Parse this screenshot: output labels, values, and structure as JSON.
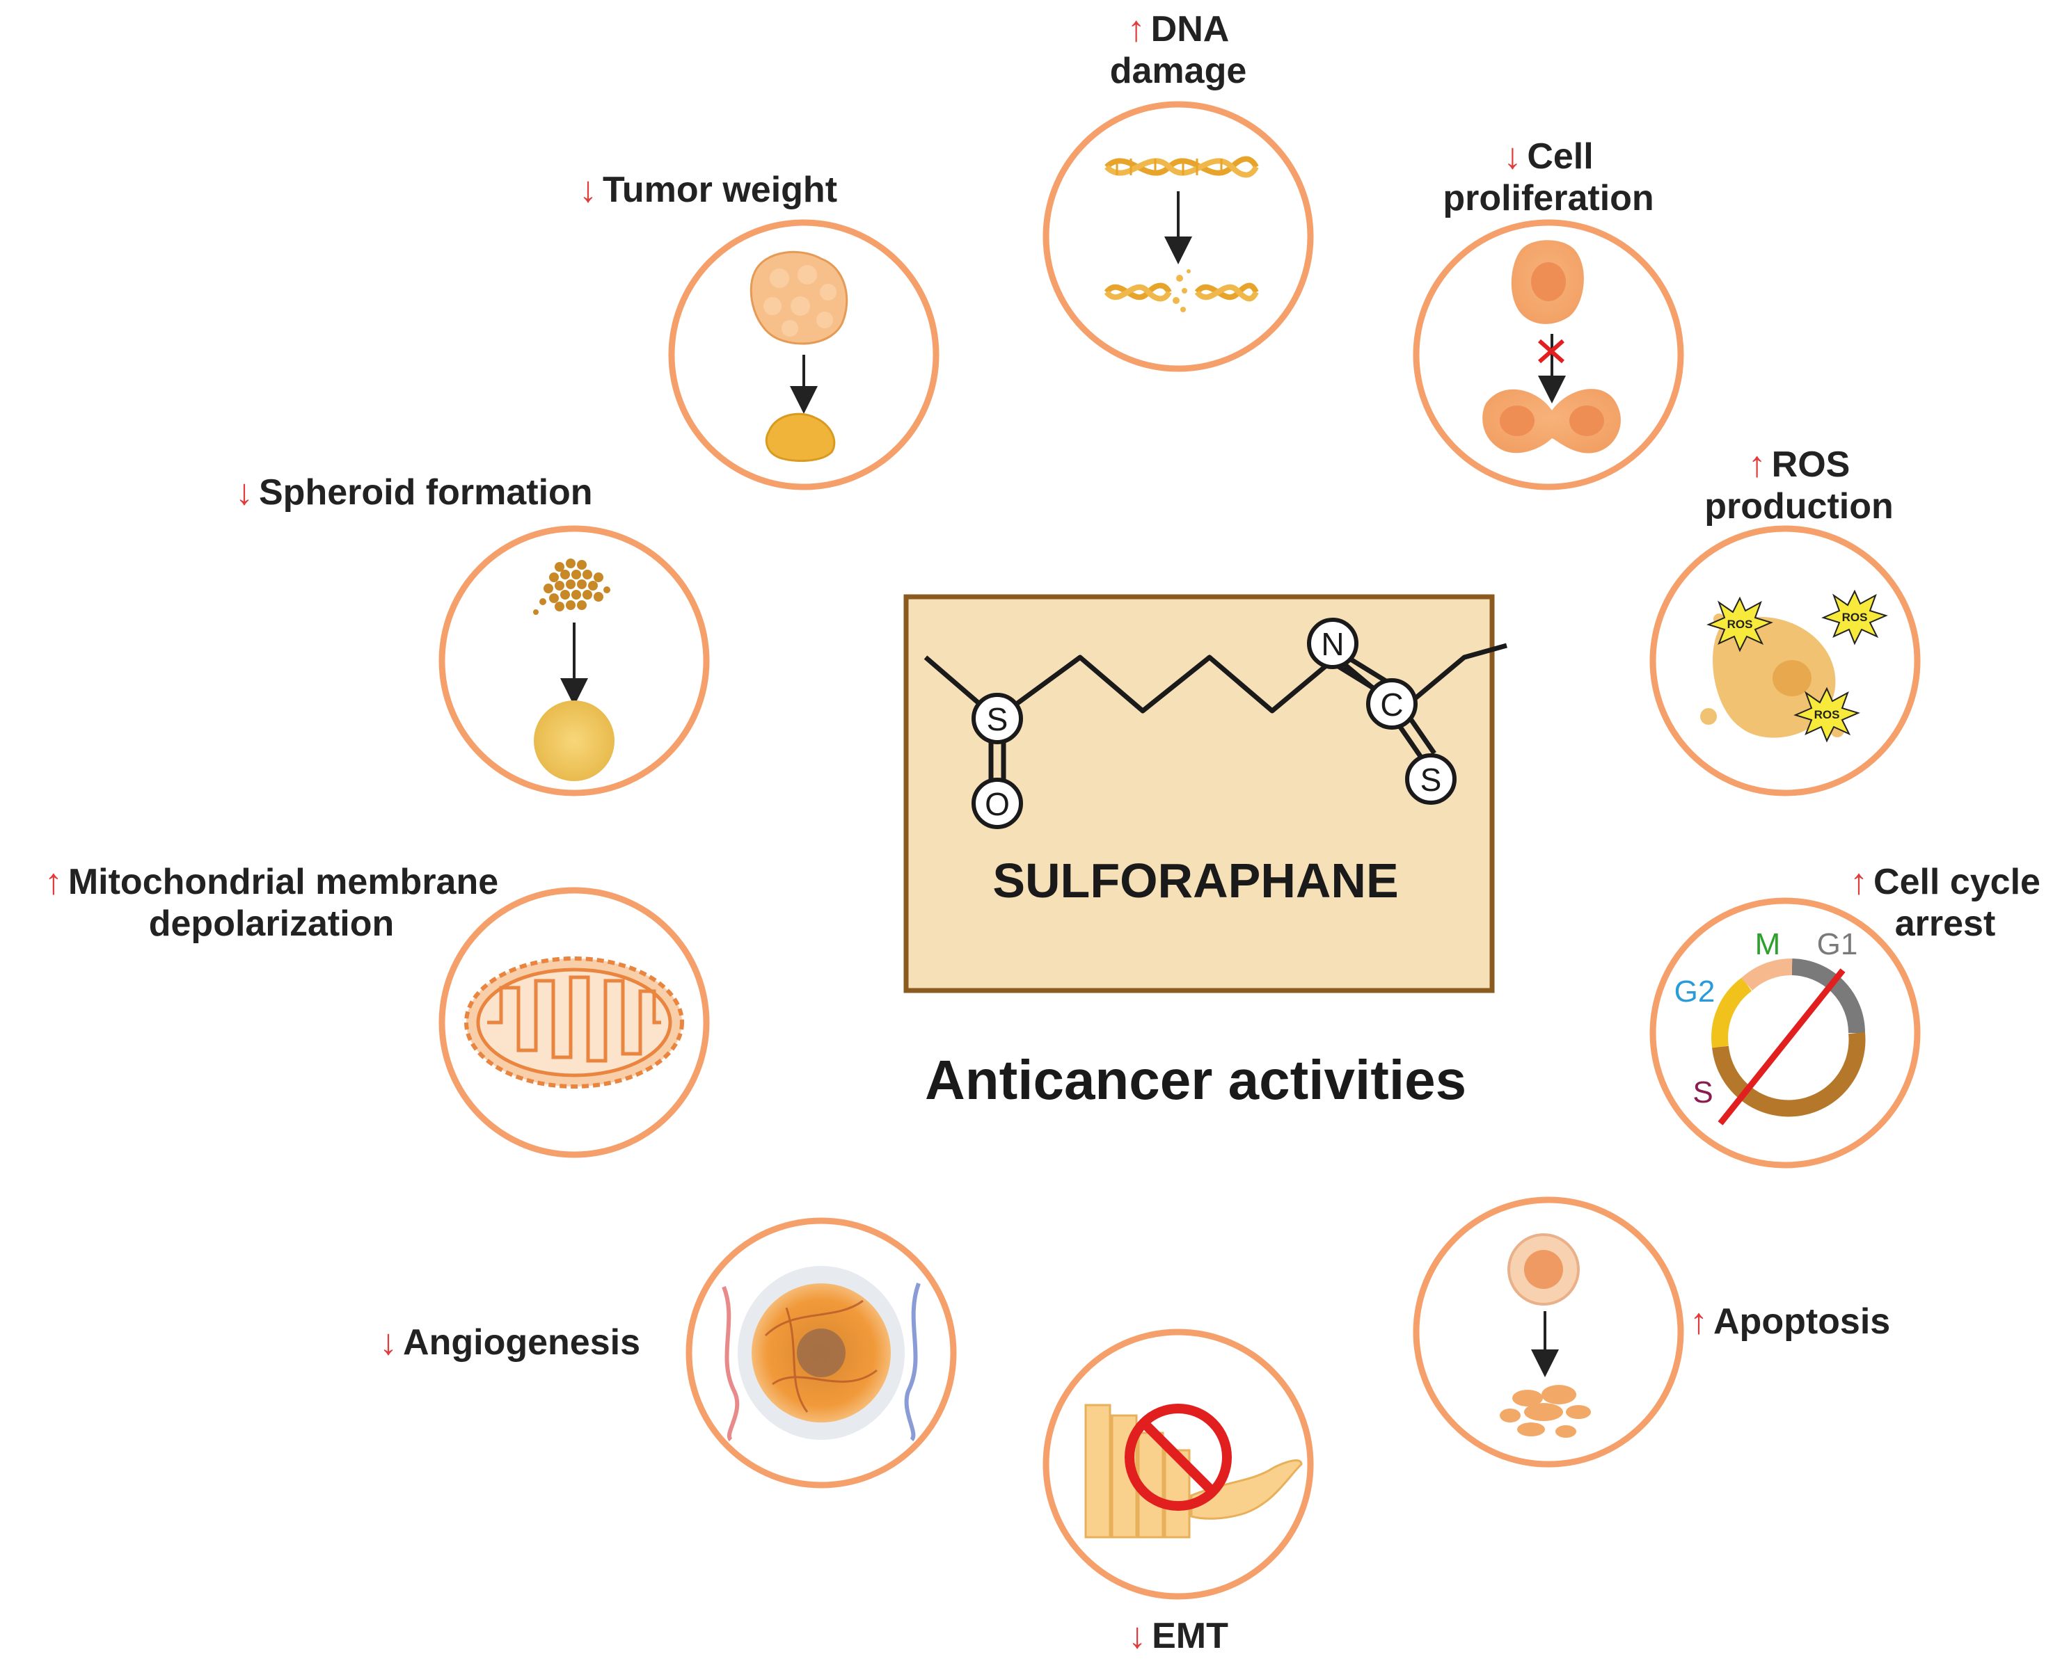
{
  "colors": {
    "ring": "#f5a06b",
    "arrow": "#e23b3b",
    "box_fill": "#f6e0b8",
    "box_stroke": "#8b5a1f",
    "cell": "#f4a867",
    "gold": "#e8a42a",
    "g1_gray": "#7a7a7a",
    "m_peach": "#f5b98d",
    "g2_yellow": "#f1c21b",
    "s_brown": "#b5782a"
  },
  "compound": {
    "name": "SULFORAPHANE",
    "atoms": {
      "sulfur": "S",
      "oxygen": "O",
      "nitrogen": "N",
      "carbon": "C",
      "sulfur2": "S"
    }
  },
  "title": "Anticancer activities",
  "effects": {
    "dna_damage": {
      "arrow": "↑",
      "line1": "DNA",
      "line2": "damage",
      "icon": "dna-break-icon"
    },
    "cell_proliferation": {
      "arrow": "↓",
      "line1": "Cell",
      "line2": "proliferation",
      "icon": "cell-division-blocked-icon"
    },
    "ros_production": {
      "arrow": "↑",
      "line1": "ROS",
      "line2": "production",
      "icon": "ros-burst-icon",
      "badge": "ROS"
    },
    "cell_cycle_arrest": {
      "arrow": "↑",
      "line1": "Cell cycle",
      "line2": "arrest",
      "icon": "cell-cycle-icon",
      "phases": {
        "m": "M",
        "g1": "G1",
        "g2": "G2",
        "s": "S"
      }
    },
    "apoptosis": {
      "arrow": "↑",
      "text": "Apoptosis",
      "icon": "apoptosis-icon"
    },
    "emt": {
      "arrow": "↓",
      "text": "EMT",
      "icon": "emt-blocked-icon"
    },
    "angiogenesis": {
      "arrow": "↓",
      "text": "Angiogenesis",
      "icon": "angiogenesis-icon"
    },
    "mitochondrial": {
      "arrow": "↑",
      "line1": "Mitochondrial membrane",
      "line2": "depolarization",
      "icon": "mitochondrion-icon"
    },
    "spheroid_formation": {
      "arrow": "↓",
      "text": "Spheroid formation",
      "icon": "spheroid-icon"
    },
    "tumor_weight": {
      "arrow": "↓",
      "text": "Tumor weight",
      "icon": "tumor-shrink-icon"
    }
  }
}
